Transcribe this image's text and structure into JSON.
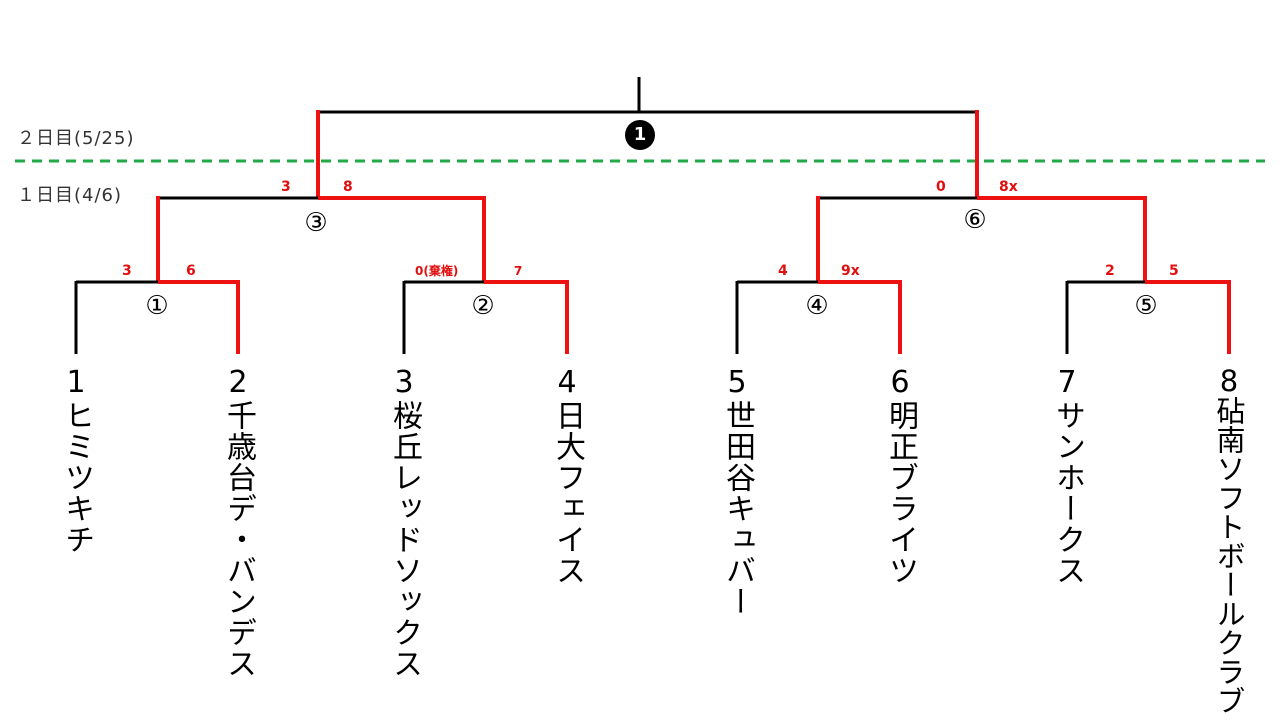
{
  "days": {
    "day2": "２日目(5/25)",
    "day1": "１日目(4/6)"
  },
  "colors": {
    "win": "#ee1111",
    "line": "#000000",
    "divider": "#22a94a"
  },
  "teams": [
    {
      "num": "1",
      "name": "ヒミツキチ"
    },
    {
      "num": "2",
      "name": "千歳台デ・バンデス"
    },
    {
      "num": "3",
      "name": "桜丘レッドソックス"
    },
    {
      "num": "4",
      "name": "日大フェイス"
    },
    {
      "num": "5",
      "name": "世田谷キュバー"
    },
    {
      "num": "6",
      "name": "明正ブライツ"
    },
    {
      "num": "7",
      "name": "サンホークス"
    },
    {
      "num": "8",
      "name": "砧南ソフトボールクラブ"
    }
  ],
  "matches": [
    {
      "no": "①",
      "left_score": "3",
      "right_score": "6"
    },
    {
      "no": "②",
      "left_score": "0(棄権)",
      "right_score": "7"
    },
    {
      "no": "③",
      "left_score": "3",
      "right_score": "8"
    },
    {
      "no": "④",
      "left_score": "4",
      "right_score": "9x"
    },
    {
      "no": "⑤",
      "left_score": "2",
      "right_score": "5"
    },
    {
      "no": "⑥",
      "left_score": "0",
      "right_score": "8x"
    }
  ],
  "final": {
    "no": "1"
  }
}
